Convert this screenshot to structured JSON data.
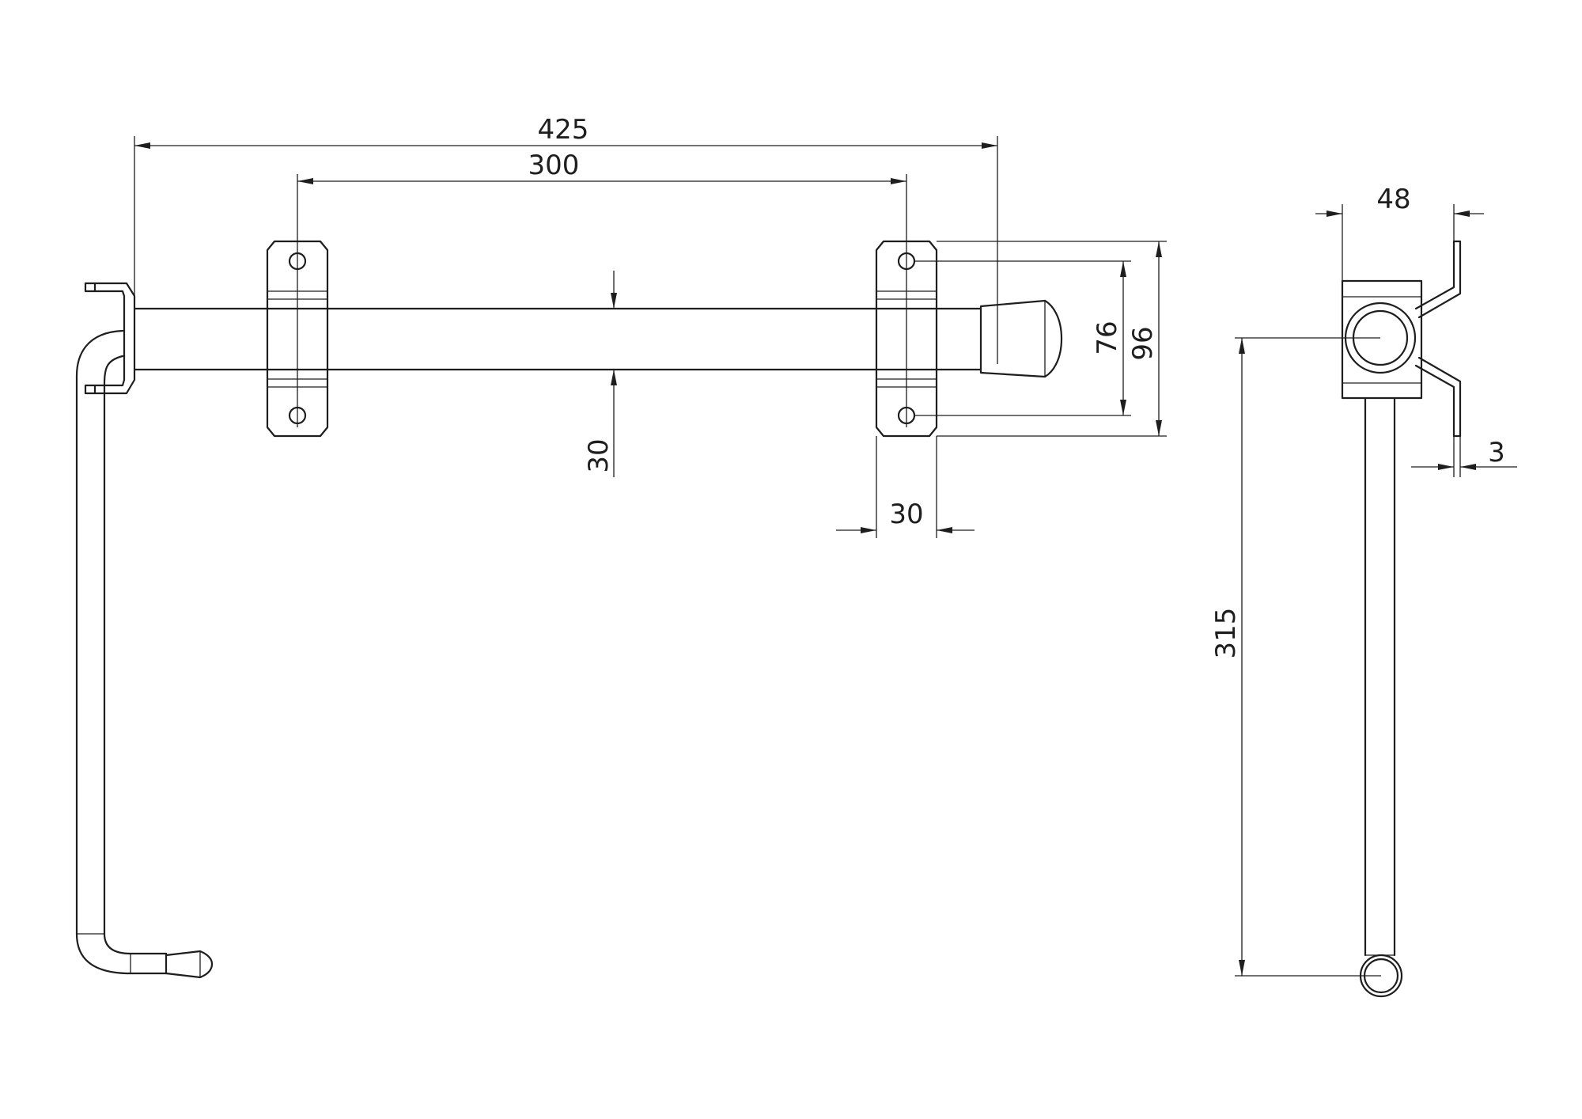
{
  "dimensions": {
    "overall_length": "425",
    "hole_spacing": "300",
    "bar_diameter": "30",
    "plate_width": "30",
    "hole_vertical_spacing": "76",
    "plate_height": "96",
    "side_width": "48",
    "plate_thickness": "3",
    "handle_drop": "315"
  },
  "colors": {
    "line": "#1e1e1e",
    "background": "#ffffff"
  }
}
